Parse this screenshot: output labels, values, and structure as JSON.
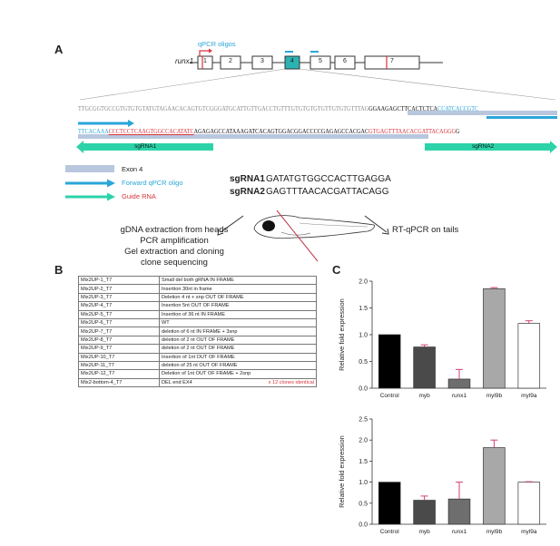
{
  "panel_a": {
    "letter": "A",
    "gene": "runx1",
    "qpcr_label": "qPCR oligos",
    "exons": [
      "1",
      "2",
      "3",
      "4",
      "5",
      "6",
      "7"
    ],
    "seq_line1": [
      {
        "t": "TTGCGGTGCCGTGTGTGTATGTAGAACACAGTGTCGGGATGCATTGTTGACCTGTTTGTGTGTGTGTTGTGTGTTTAG",
        "c": "grey"
      },
      {
        "t": "GGAAGAGCTTCACTCTCA",
        "c": "blk"
      },
      {
        "t": "CCATCACCGTC",
        "c": "blue"
      }
    ],
    "seq_line2": [
      {
        "t": "TTCACAAA",
        "c": "blue"
      },
      {
        "t": "CCCTCCTCAAGTGGCCACATATCAGAGAGCCATAAAGATCACAGTGGACGGACCCCGAGAGCCACGAC",
        "c": "red_mix"
      },
      {
        "t": "GTGAGTTTAACACGATTACAGG",
        "c": "red"
      },
      {
        "t": "GG",
        "c": "blk"
      }
    ],
    "seq_line2_parts": {
      "blue": "TTCACAAA",
      "red1": "CCCTCCTCAAGTGGCCACATATC",
      "black1": "AGAGAGCCATAAAGATCACAGTGGACGGACCCCGAGAGCCACGAC",
      "red2": "GTGAGTTTAACACGATTACAGGG",
      "black2": "G"
    },
    "sgrna1_label": "sgRNA1",
    "sgrna2_label": "sgRNA2",
    "legend": {
      "exon4": "Exon 4",
      "forward": "Forward qPCR oligo",
      "guide": "Guide RNA"
    },
    "sgrna_seqs": [
      {
        "name": "sgRNA1",
        "seq": "GATATGTGGCCACTTGAGGA"
      },
      {
        "name": "sgRNA2",
        "seq": "GAGTTTAACACGATTACAGG"
      }
    ],
    "left_caption": [
      "gDNA extraction from heads",
      "PCR amplification",
      "Gel extraction and cloning",
      "clone sequencing"
    ],
    "right_caption": "RT-qPCR on tails"
  },
  "panel_b": {
    "letter": "B",
    "rows": [
      {
        "clone": "Mix2UP-1_T7",
        "desc": "Small del both gRNA IN FRAME"
      },
      {
        "clone": "Mix2UP-2_T7",
        "desc": "Insertion 30nt in frame"
      },
      {
        "clone": "Mix2UP-3_T7",
        "desc": "Deletion 4 nt + snp OUT OF FRAME"
      },
      {
        "clone": "Mix2UP-4_T7",
        "desc": "Insertion 5nt OUT OF FRAME"
      },
      {
        "clone": "Mix2UP-5_T7",
        "desc": "Insertion of 36 nt IN FRAME"
      },
      {
        "clone": "Mix2UP-6_T7",
        "desc": "WT"
      },
      {
        "clone": "Mix2UP-7_T7",
        "desc": "deletion of 6 nt IN FRAME + 3snp"
      },
      {
        "clone": "Mix2UP-8_T7",
        "desc": "deletion of 2 nt OUT OF FRAME"
      },
      {
        "clone": "Mix2UP-9_T7",
        "desc": "deletion of 2 nt OUT OF FRAME"
      },
      {
        "clone": "Mix2UP-10_T7",
        "desc": "Insertion of 1nt OUT OF FRAME"
      },
      {
        "clone": "Mix2UP-11_T7",
        "desc": "deletion of 25 nt OUT OF FRAME"
      },
      {
        "clone": "Mix2UP-12_T7",
        "desc": "Deletion of 1nt OUT OF FRAME + 2snp"
      },
      {
        "clone": "Mix2-bottom-4_T7",
        "desc": "DEL end EX4",
        "note": "x 12 clones identical"
      }
    ]
  },
  "panel_c": {
    "letter": "C"
  },
  "chart_data": [
    {
      "type": "bar",
      "ylabel": "Relative fold expression",
      "categories": [
        "Control",
        "myb",
        "runx1",
        "myl9b",
        "myl9a"
      ],
      "values": [
        1.0,
        0.77,
        0.17,
        1.86,
        1.21
      ],
      "errors": [
        0,
        0.04,
        0.18,
        0.02,
        0.05
      ],
      "colors": [
        "#000000",
        "#4a4a4a",
        "#6e6e6e",
        "#a8a8a8",
        "#ffffff"
      ],
      "ylim": [
        0,
        2.0
      ],
      "yticks": [
        "0.0",
        "0.5",
        "1.0",
        "1.5",
        "2.0"
      ]
    },
    {
      "type": "bar",
      "ylabel": "Relative fold expression",
      "categories": [
        "Control",
        "myb",
        "runx1",
        "myl9b",
        "myl9a"
      ],
      "values": [
        1.0,
        0.57,
        0.6,
        1.82,
        1.0
      ],
      "errors": [
        0,
        0.1,
        0.4,
        0.18,
        0.01
      ],
      "colors": [
        "#000000",
        "#4a4a4a",
        "#6e6e6e",
        "#a8a8a8",
        "#ffffff"
      ],
      "ylim": [
        0,
        2.5
      ],
      "yticks": [
        "0.0",
        "0.5",
        "1.0",
        "1.5",
        "2.0",
        "2.5"
      ]
    }
  ]
}
